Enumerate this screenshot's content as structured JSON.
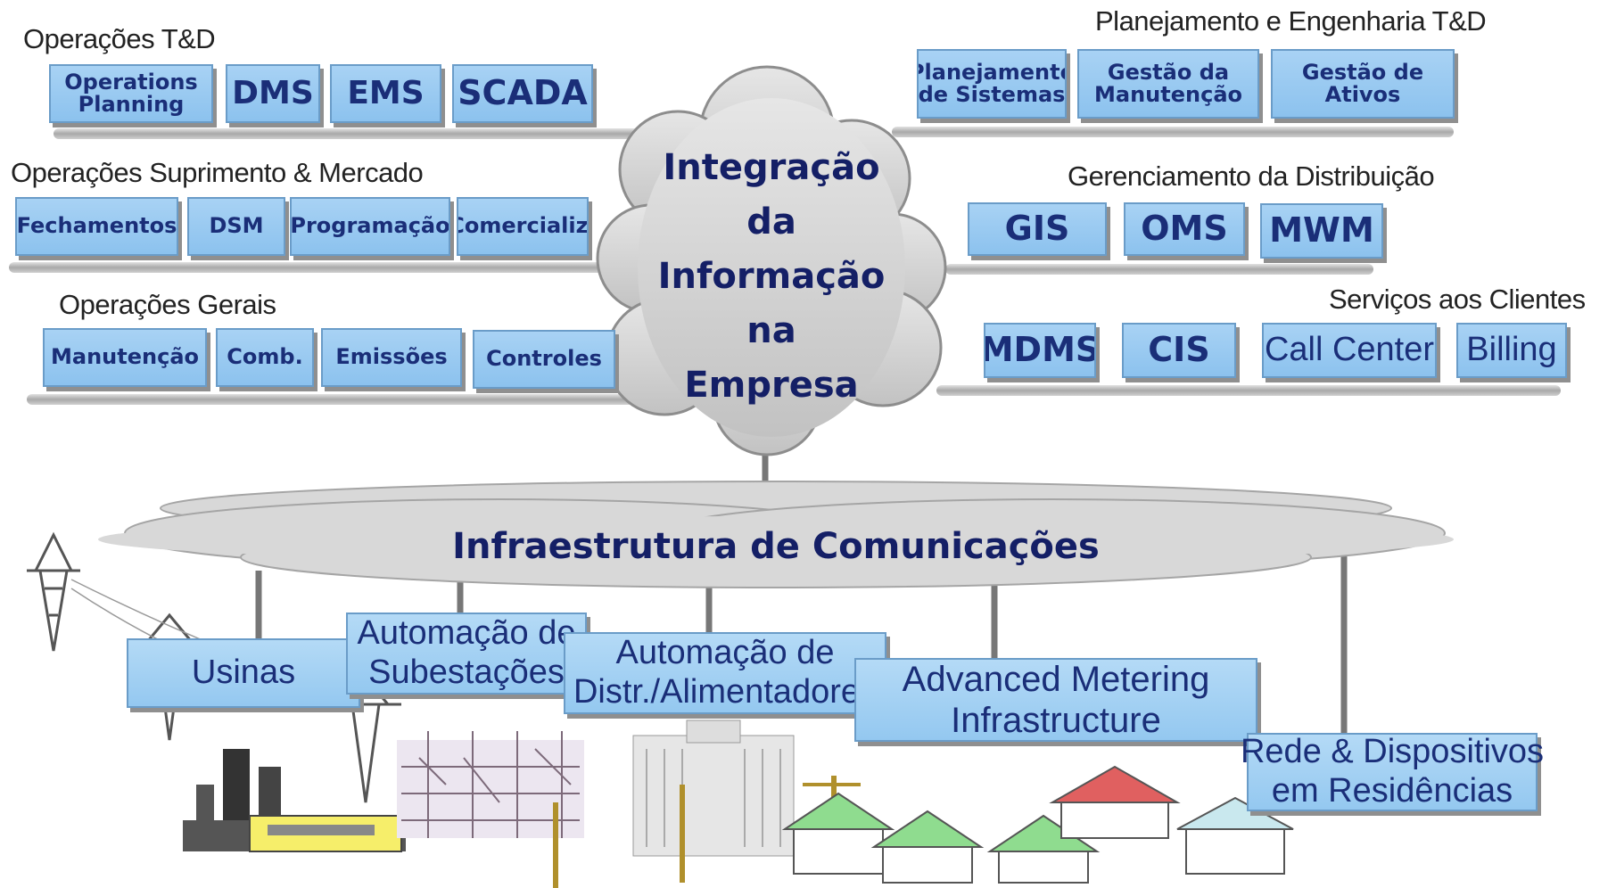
{
  "center_cloud": {
    "lines": [
      "Integração",
      "da",
      "Informação",
      "na",
      "Empresa"
    ]
  },
  "infra_cloud": {
    "label": "Infraestrutura de Comunicações"
  },
  "groups": {
    "operacoes_td": {
      "title": "Operações T&D",
      "boxes": [
        {
          "label": "Operations Planning"
        },
        {
          "label": "DMS"
        },
        {
          "label": "EMS"
        },
        {
          "label": "SCADA"
        }
      ]
    },
    "suprimento_mercado": {
      "title": "Operações Suprimento & Mercado",
      "boxes": [
        {
          "label": "Fechamentos"
        },
        {
          "label": "DSM"
        },
        {
          "label": "Programação"
        },
        {
          "label": "Comercializ."
        }
      ]
    },
    "operacoes_gerais": {
      "title": "Operações Gerais",
      "boxes": [
        {
          "label": "Manutenção"
        },
        {
          "label": "Comb."
        },
        {
          "label": "Emissões"
        },
        {
          "label": "Controles"
        }
      ]
    },
    "planejamento": {
      "title": "Planejamento e Engenharia T&D",
      "boxes": [
        {
          "label": "Planejamento de Sistemas"
        },
        {
          "label": "Gestão da Manutenção"
        },
        {
          "label": "Gestão de Ativos"
        }
      ]
    },
    "distribuicao": {
      "title": "Gerenciamento da Distribuição",
      "boxes": [
        {
          "label": "GIS"
        },
        {
          "label": "OMS"
        },
        {
          "label": "MWM"
        }
      ]
    },
    "clientes": {
      "title": "Serviços aos Clientes",
      "boxes": [
        {
          "label": "MDMS"
        },
        {
          "label": "CIS"
        },
        {
          "label": "Call Center"
        },
        {
          "label": "Billing"
        }
      ]
    }
  },
  "field": {
    "usinas": "Usinas",
    "subestacoes": [
      "Automação de",
      "Subestações"
    ],
    "distribuicao": [
      "Automação de",
      "Distr./Alimentadores"
    ],
    "ami": [
      "Advanced Metering",
      "Infrastructure"
    ],
    "residencias": [
      "Rede & Dispositivos",
      "em Residências"
    ]
  },
  "colors": {
    "box_fill": "#9fcdf2",
    "box_text": "#1a2e78",
    "cloud": "#d4d4d4",
    "bus": "#b8b8b8"
  }
}
